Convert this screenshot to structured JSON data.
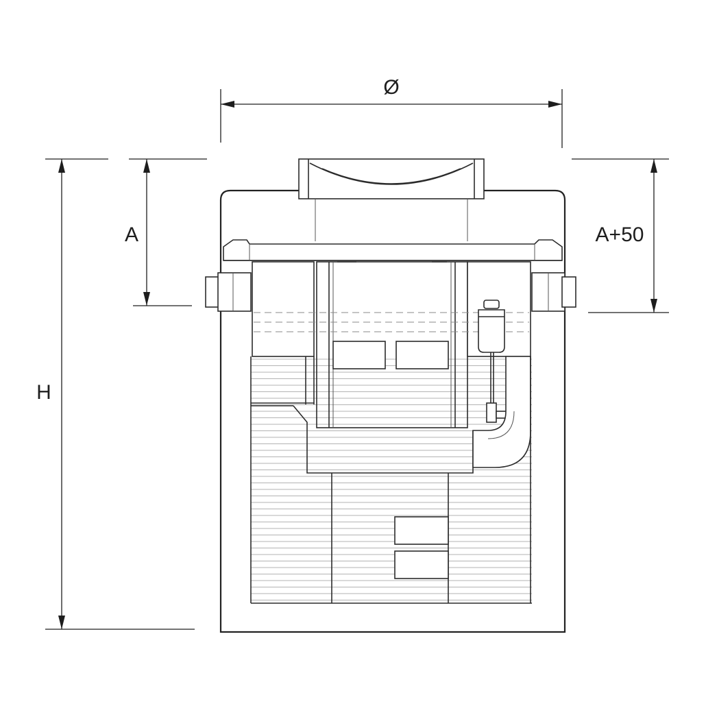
{
  "dimensions": {
    "diameter": "Ø",
    "a": "A",
    "a_plus_50": "A+50",
    "height": "H"
  }
}
